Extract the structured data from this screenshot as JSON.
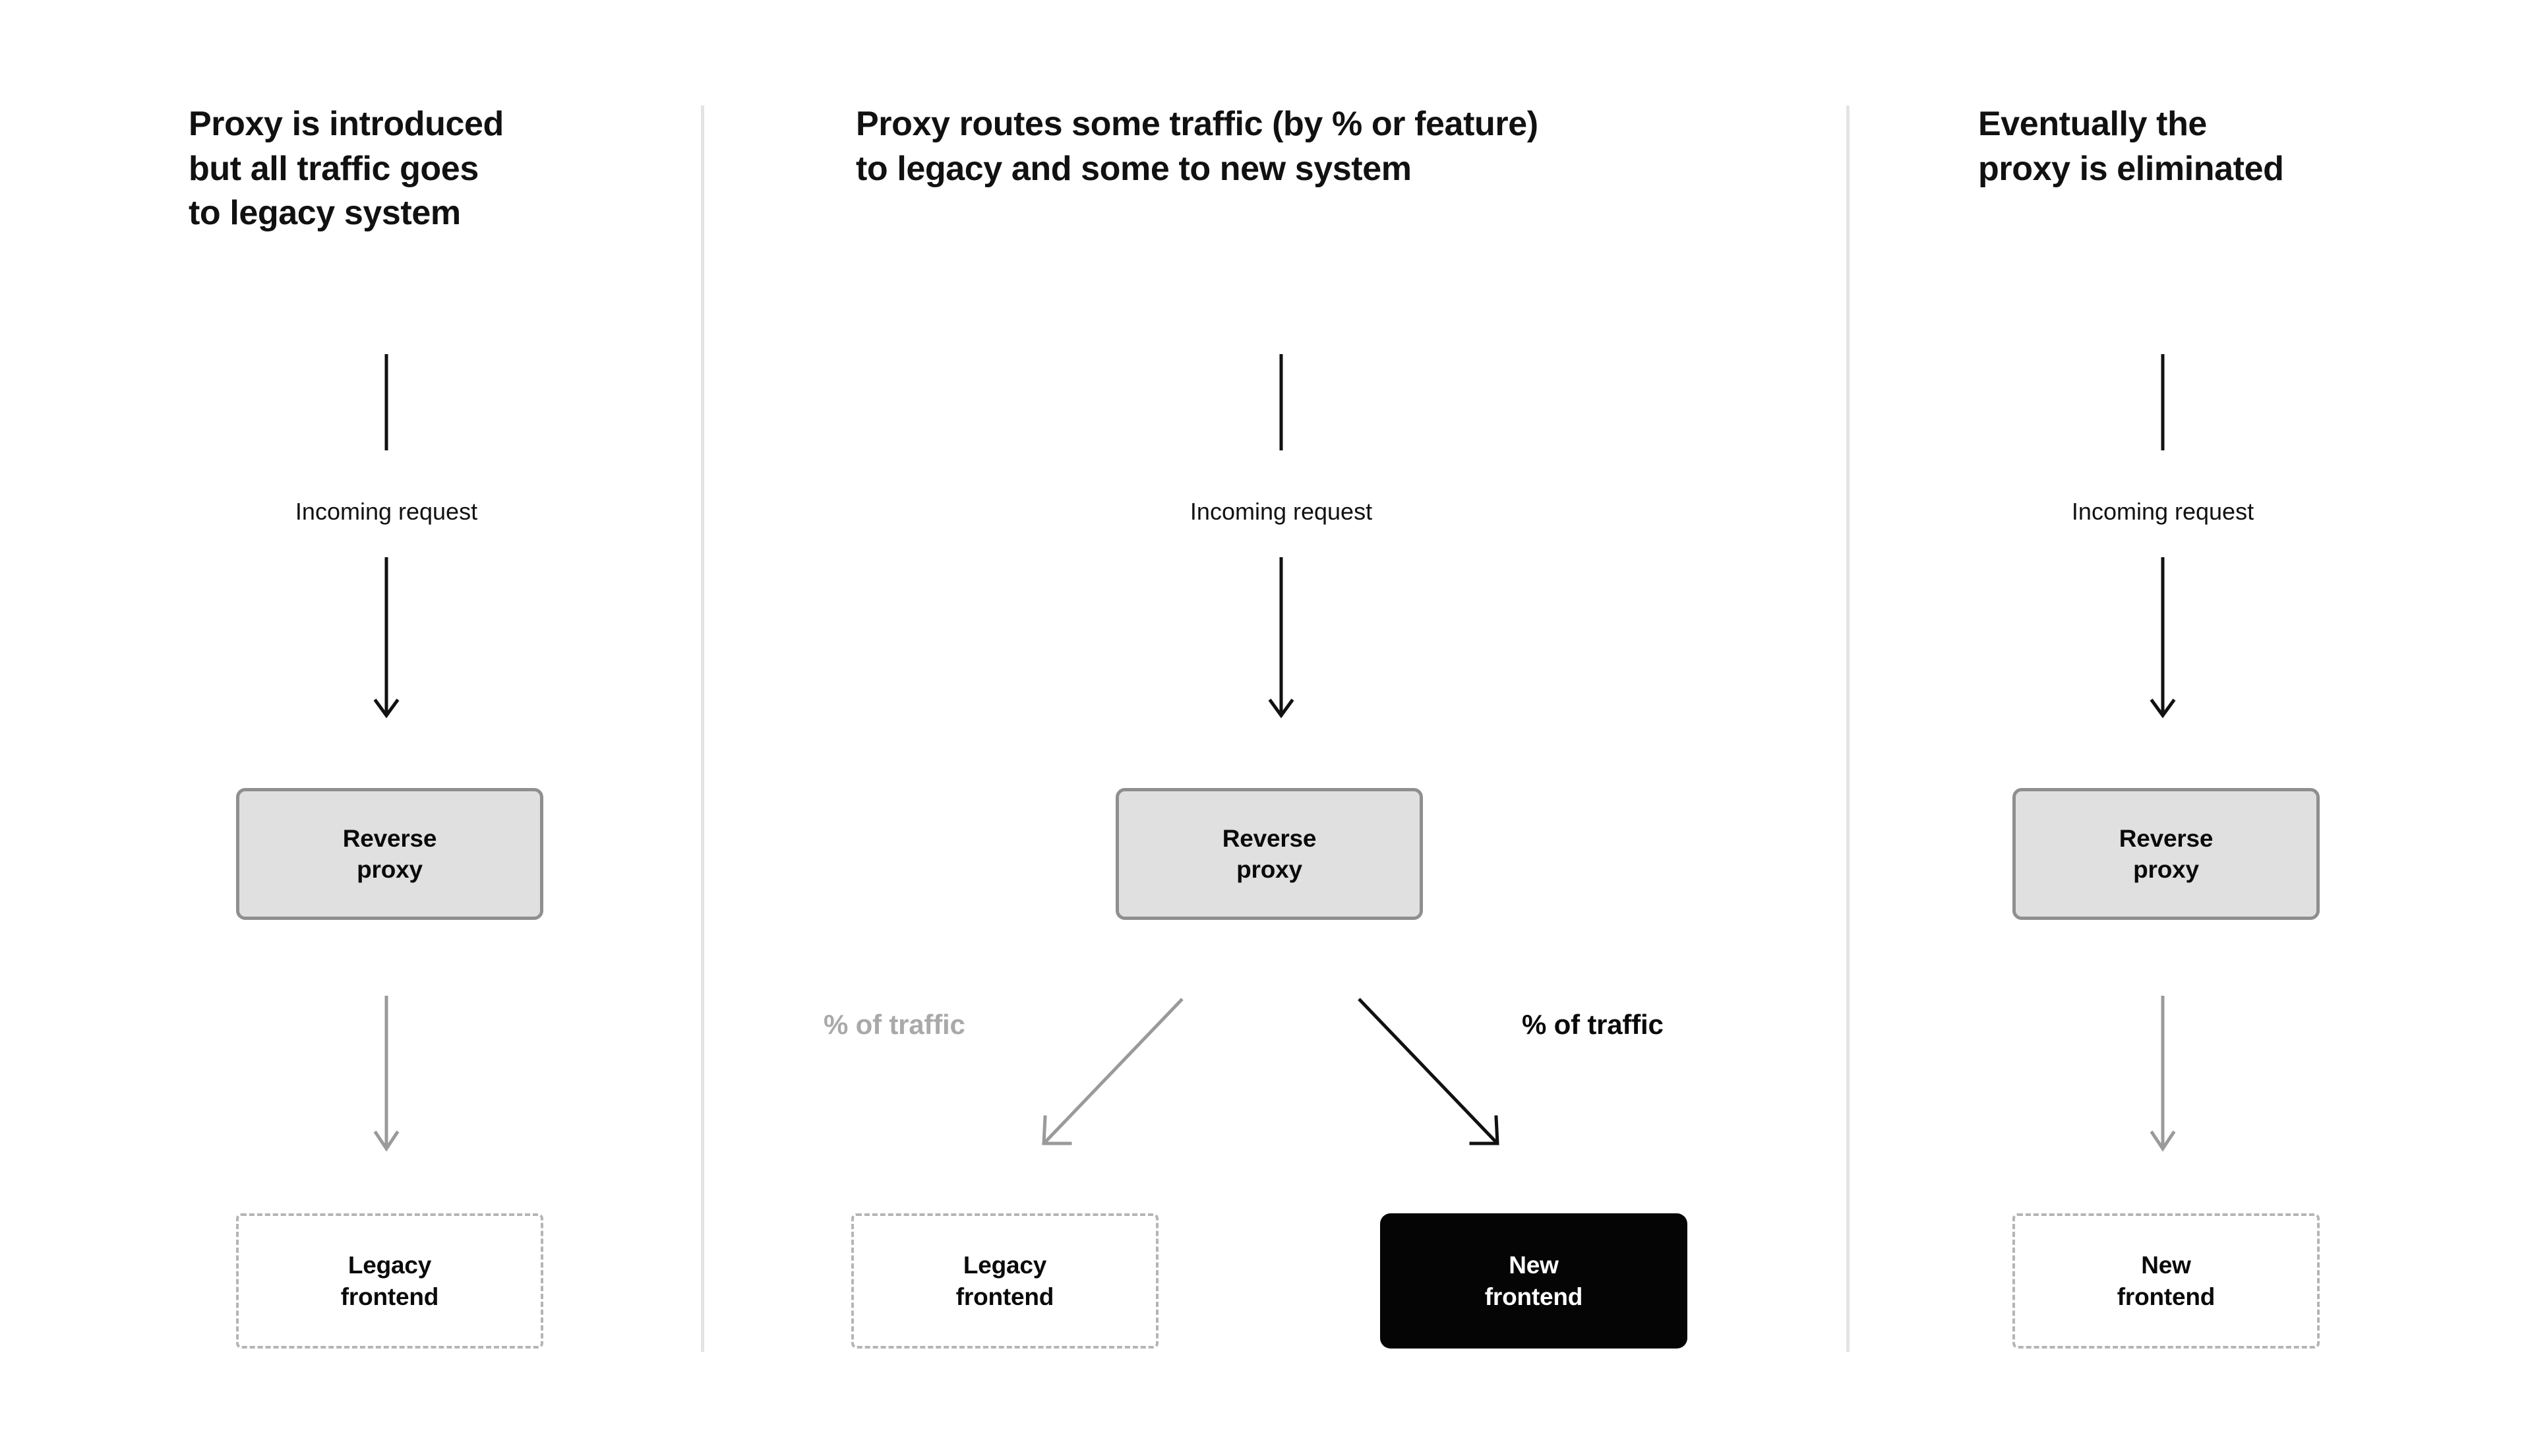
{
  "diagram": {
    "title_columns": [
      "Proxy is introduced\nbut all traffic goes\nto legacy system",
      "Proxy routes some traffic (by % or feature)\nto legacy and some to new system",
      "Eventually the\nproxy is eliminated"
    ],
    "colors": {
      "background": "#ffffff",
      "divider": "#e3e3e3",
      "text": "#111111",
      "proxy_fill": "#e0e0e0",
      "proxy_border": "#8f8f8f",
      "dashed_border": "#b5b5b5",
      "new_frontend_fill": "#050505",
      "new_frontend_text": "#ffffff",
      "muted": "#a9a9a9",
      "arrow_black": "#111111",
      "arrow_gray": "#9a9a9a"
    },
    "columns": [
      {
        "id": "stage-1",
        "incoming_label": "Incoming request",
        "proxy_label": "Reverse\nproxy",
        "targets": [
          {
            "id": "legacy-frontend",
            "label": "Legacy\nfrontend",
            "style": "dashed"
          }
        ]
      },
      {
        "id": "stage-2",
        "incoming_label": "Incoming request",
        "proxy_label": "Reverse\nproxy",
        "traffic_label_left": "% of traffic",
        "traffic_label_right": "% of traffic",
        "targets": [
          {
            "id": "legacy-frontend",
            "label": "Legacy\nfrontend",
            "style": "dashed"
          },
          {
            "id": "new-frontend",
            "label": "New\nfrontend",
            "style": "filled"
          }
        ]
      },
      {
        "id": "stage-3",
        "incoming_label": "Incoming request",
        "proxy_label": "Reverse\nproxy",
        "targets": [
          {
            "id": "new-frontend",
            "label": "New\nfrontend",
            "style": "dashed"
          }
        ]
      }
    ]
  }
}
